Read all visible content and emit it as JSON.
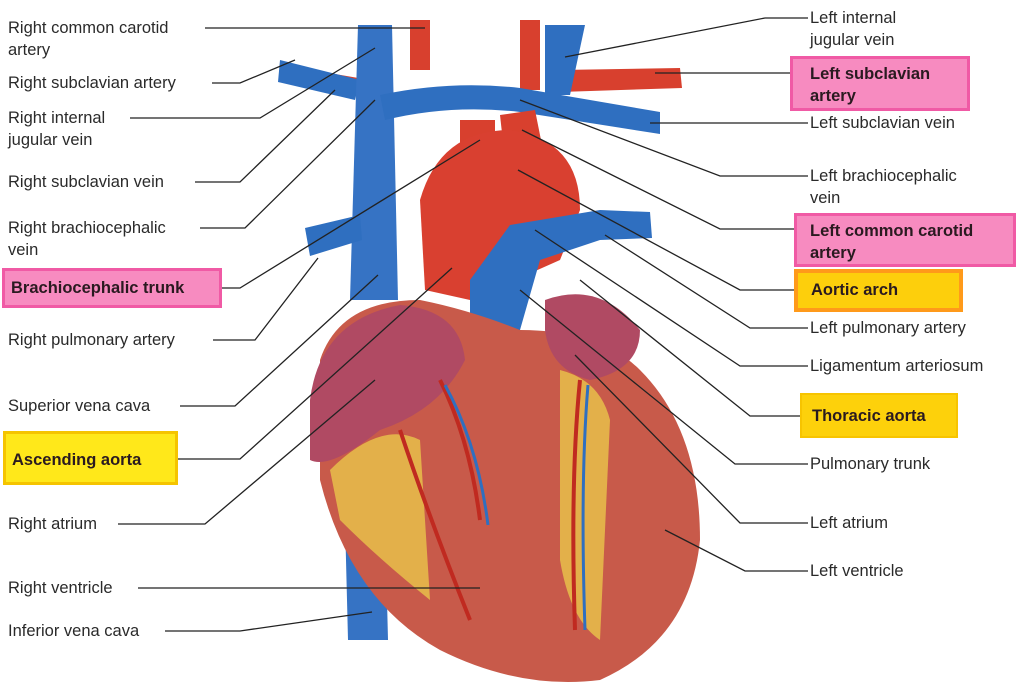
{
  "left_labels": {
    "right_common_carotid": "Right common carotid\nartery",
    "right_subclavian_artery": "Right subclavian artery",
    "right_internal_jugular": "Right internal\njugular vein",
    "right_subclavian_vein": "Right subclavian vein",
    "right_brachiocephalic_vein": "Right brachiocephalic\nvein",
    "brachiocephalic_trunk": "Brachiocephalic trunk",
    "right_pulmonary_artery": "Right pulmonary artery",
    "superior_vena_cava": "Superior vena cava",
    "ascending_aorta": "Ascending aorta",
    "right_atrium": "Right atrium",
    "right_ventricle": "Right ventricle",
    "inferior_vena_cava": "Inferior vena cava"
  },
  "right_labels": {
    "left_internal_jugular": "Left internal\njugular vein",
    "left_subclavian_artery": "Left subclavian\nartery",
    "left_subclavian_vein": "Left subclavian vein",
    "left_brachiocephalic_vein": "Left brachiocephalic\nvein",
    "left_common_carotid": "Left common carotid\nartery",
    "aortic_arch": "Aortic arch",
    "left_pulmonary_artery": "Left pulmonary artery",
    "ligamentum_arteriosum": "Ligamentum arteriosum",
    "thoracic_aorta": "Thoracic aorta",
    "pulmonary_trunk": "Pulmonary trunk",
    "left_atrium": "Left atrium",
    "left_ventricle": "Left ventricle"
  },
  "colors": {
    "pink_highlight": "#f78bc0",
    "yellow_highlight": "#fdd10b",
    "orange_border": "#ff9a1a",
    "vein": "#2f6fc0",
    "artery": "#d8402e"
  }
}
